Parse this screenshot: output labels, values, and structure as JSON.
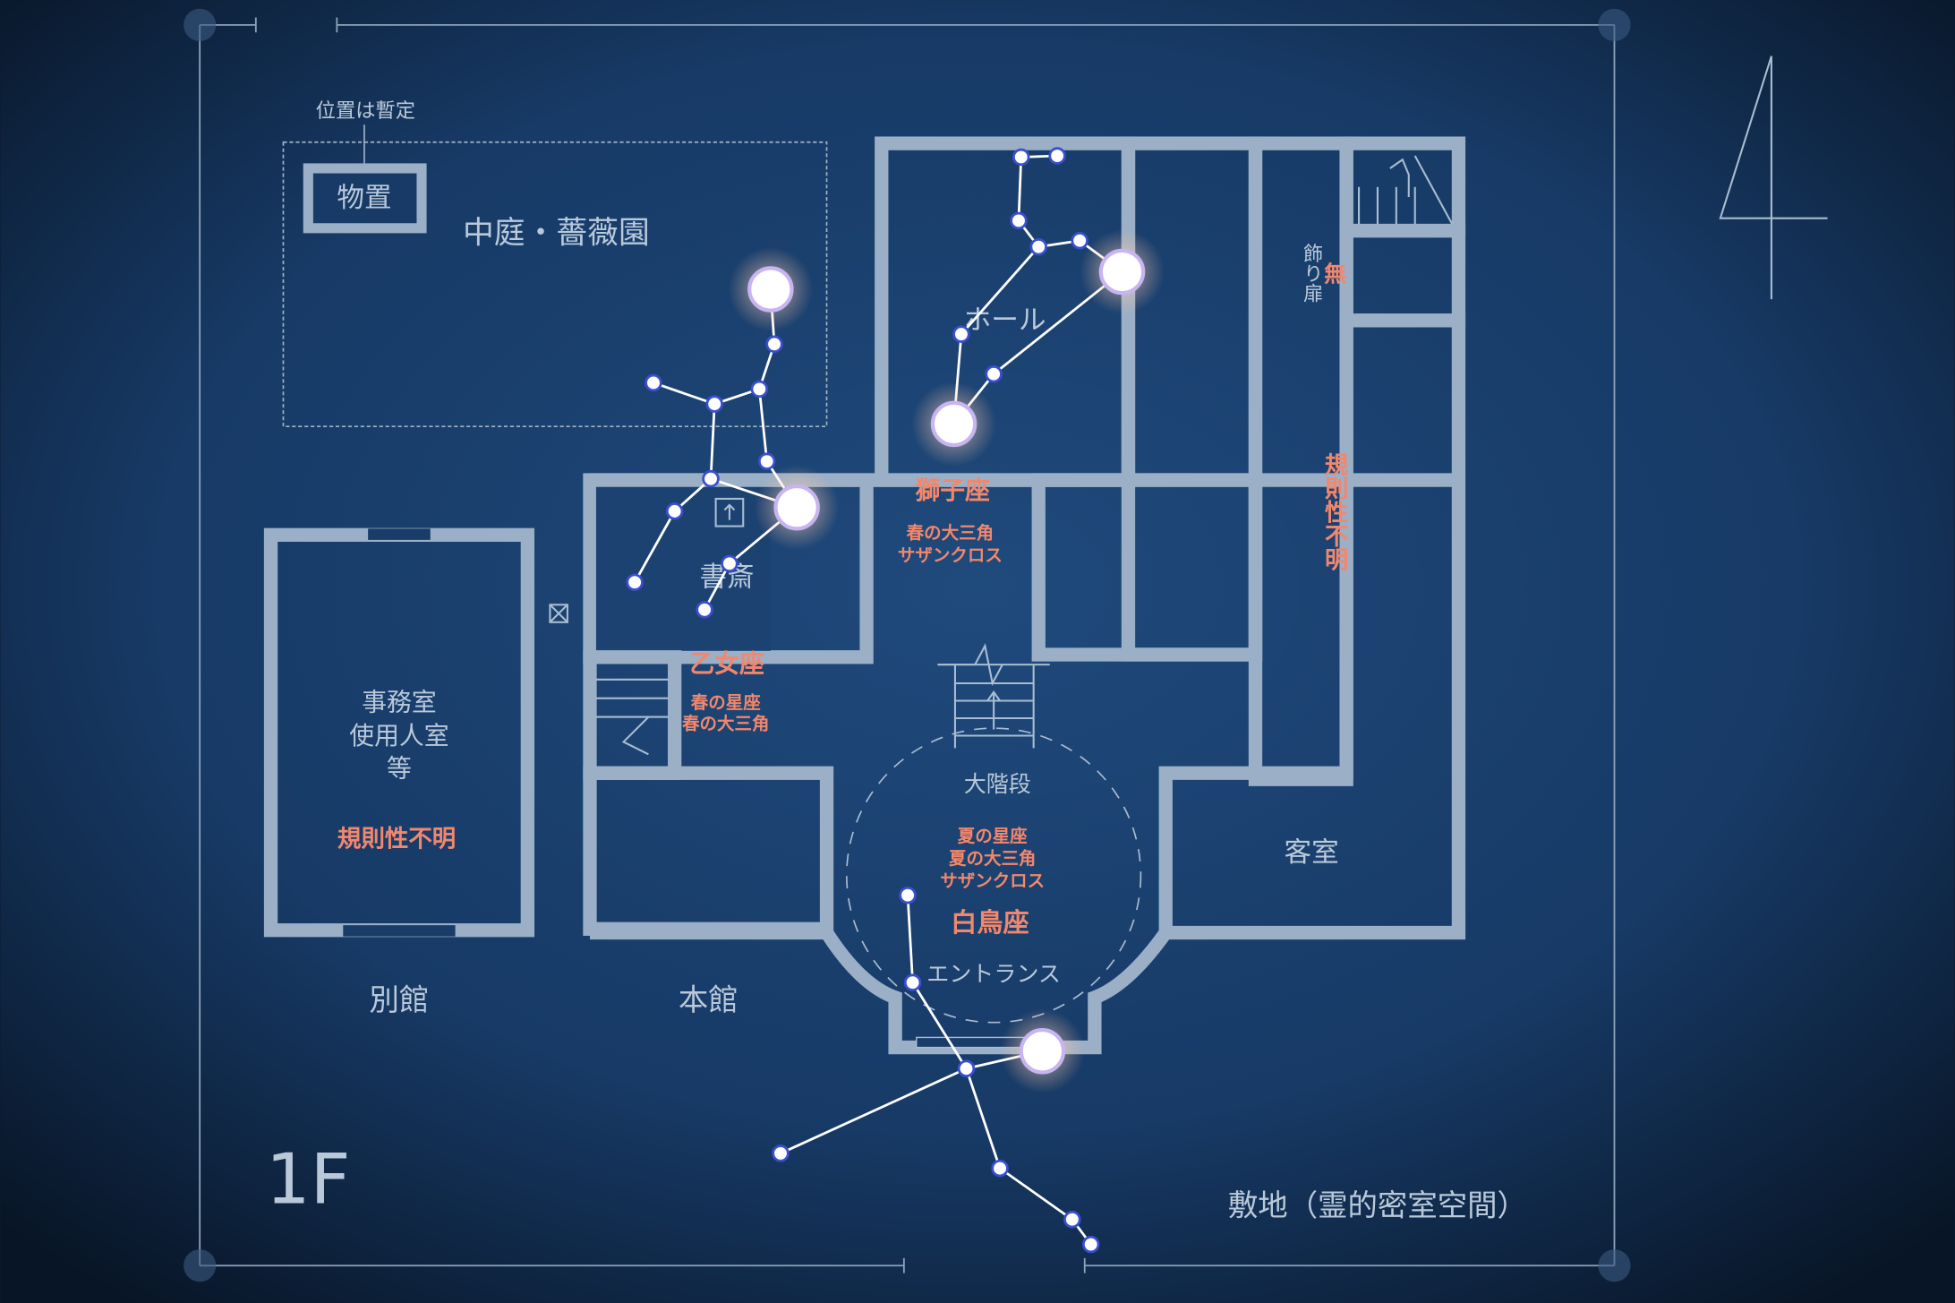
{
  "colors": {
    "background": "#1a3d6b",
    "wall": "#9bb0c6",
    "label": "#b9c9da",
    "highlight": "#f2876c",
    "star": "#ffffff"
  },
  "floor": "1F",
  "north_marker": "4",
  "labels": {
    "tentative_position": "位置は暫定",
    "storage": "物置",
    "courtyard": "中庭・薔薇園",
    "hall": "ホール",
    "study": "書斎",
    "decorative_door": "飾り扉",
    "office": [
      "事務室",
      "使用人室",
      "等"
    ],
    "grand_stairs": "大階段",
    "entrance": "エントランス",
    "guest_room": "客室",
    "annex": "別館",
    "main_building": "本館",
    "site": "敷地（霊的密室空間）"
  },
  "annotations": {
    "leo": "獅子座",
    "leo_notes": [
      "春の大三角",
      "サザンクロス"
    ],
    "virgo": "乙女座",
    "virgo_notes": [
      "春の星座",
      "春の大三角"
    ],
    "cygnus": "白鳥座",
    "cygnus_notes": [
      "夏の星座",
      "夏の大三角",
      "サザンクロス"
    ],
    "none": "無",
    "irregular_right": "規則性不明",
    "irregular_annex": "規則性不明"
  }
}
